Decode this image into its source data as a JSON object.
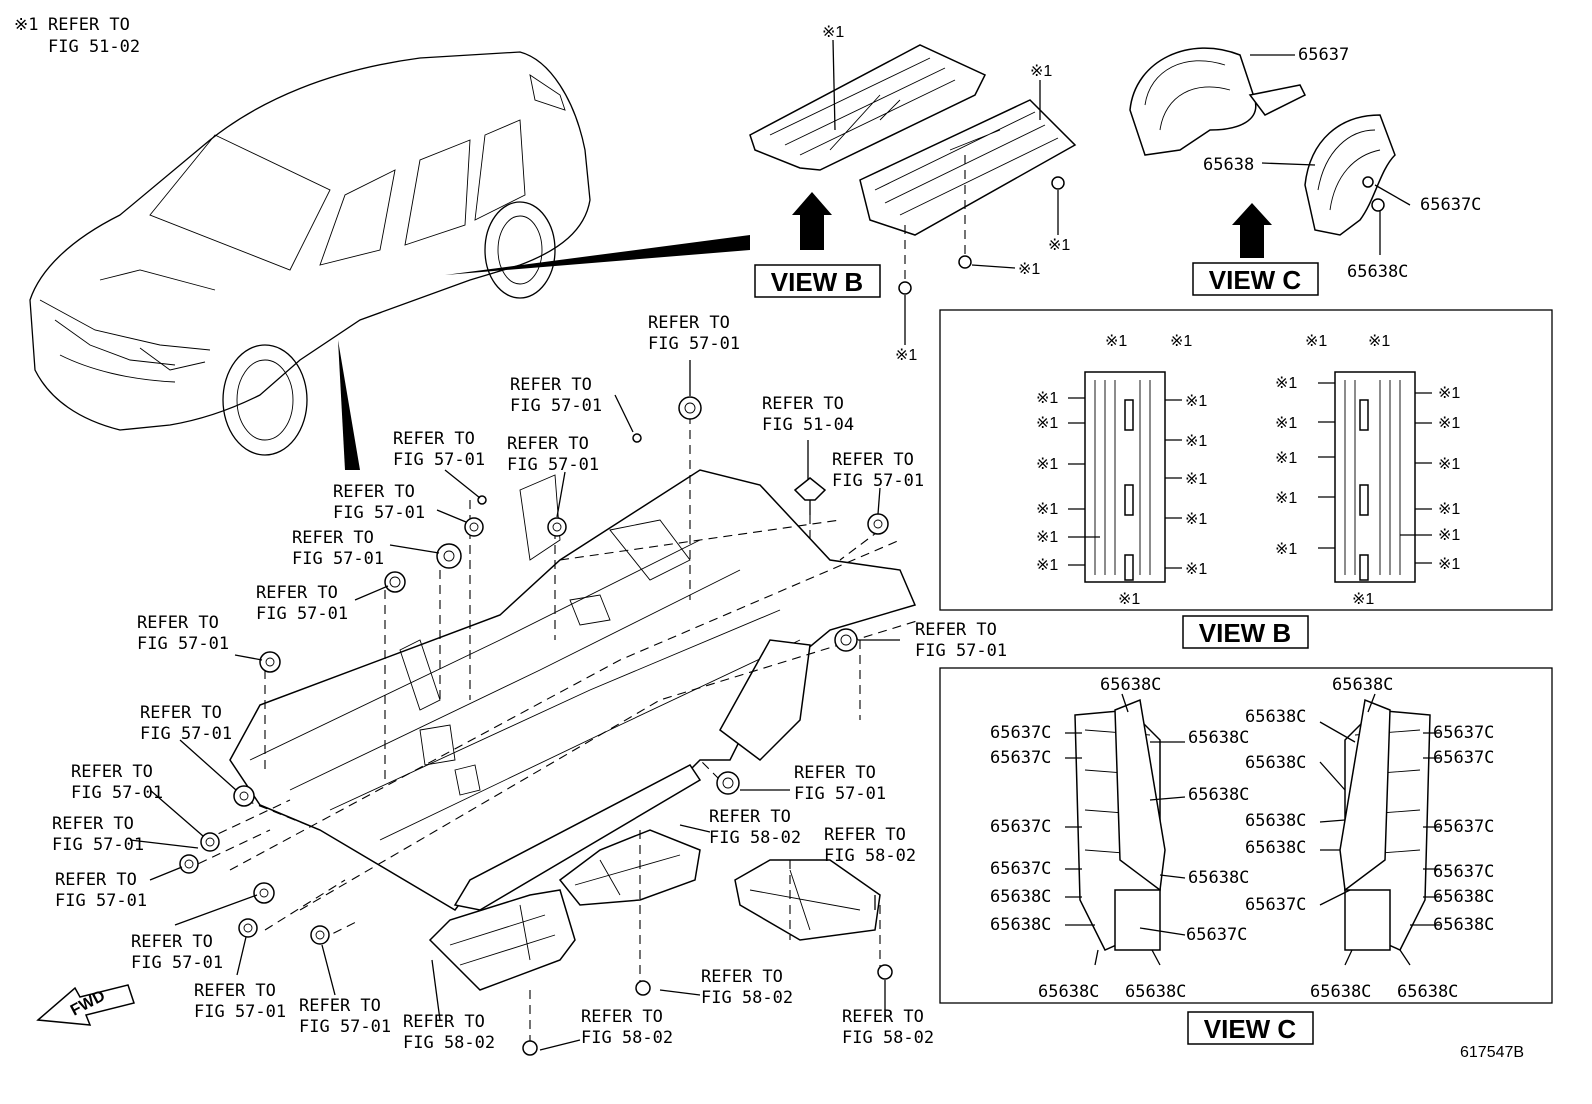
{
  "note": {
    "mark": "※1",
    "text_line1": "REFER TO",
    "text_line2": "FIG 51-02"
  },
  "diagram_id": "617547B",
  "fwd_label": "FWD",
  "views": {
    "view_b_top": "VIEW B",
    "view_c_top": "VIEW C",
    "view_b_box": "VIEW B",
    "view_c_box": "VIEW C"
  },
  "refer": [
    {
      "l1": "REFER TO",
      "l2": "FIG 57-01"
    },
    {
      "l1": "REFER TO",
      "l2": "FIG 57-01"
    },
    {
      "l1": "REFER TO",
      "l2": "FIG 51-04"
    },
    {
      "l1": "REFER TO",
      "l2": "FIG 57-01"
    },
    {
      "l1": "REFER TO",
      "l2": "FIG 57-01"
    },
    {
      "l1": "REFER TO",
      "l2": "FIG 57-01"
    },
    {
      "l1": "REFER TO",
      "l2": "FIG 57-01"
    },
    {
      "l1": "REFER TO",
      "l2": "FIG 57-01"
    },
    {
      "l1": "REFER TO",
      "l2": "FIG 57-01"
    },
    {
      "l1": "REFER TO",
      "l2": "FIG 57-01"
    },
    {
      "l1": "REFER TO",
      "l2": "FIG 57-01"
    },
    {
      "l1": "REFER TO",
      "l2": "FIG 57-01"
    },
    {
      "l1": "REFER TO",
      "l2": "FIG 57-01"
    },
    {
      "l1": "REFER TO",
      "l2": "FIG 57-01"
    },
    {
      "l1": "REFER TO",
      "l2": "FIG 57-01"
    },
    {
      "l1": "REFER TO",
      "l2": "FIG 57-01"
    },
    {
      "l1": "REFER TO",
      "l2": "FIG 57-01"
    },
    {
      "l1": "REFER TO",
      "l2": "FIG 57-01"
    },
    {
      "l1": "REFER TO",
      "l2": "FIG 57-01"
    },
    {
      "l1": "REFER TO",
      "l2": "FIG 58-02"
    },
    {
      "l1": "REFER TO",
      "l2": "FIG 58-02"
    },
    {
      "l1": "REFER TO",
      "l2": "FIG 58-02"
    },
    {
      "l1": "REFER TO",
      "l2": "FIG 58-02"
    },
    {
      "l1": "REFER TO",
      "l2": "FIG 58-02"
    },
    {
      "l1": "REFER TO",
      "l2": "FIG 58-02"
    }
  ],
  "parts": {
    "p65637": "65637",
    "p65638": "65638",
    "p65637c": "65637C",
    "p65638c": "65638C"
  },
  "mark1": "※1"
}
